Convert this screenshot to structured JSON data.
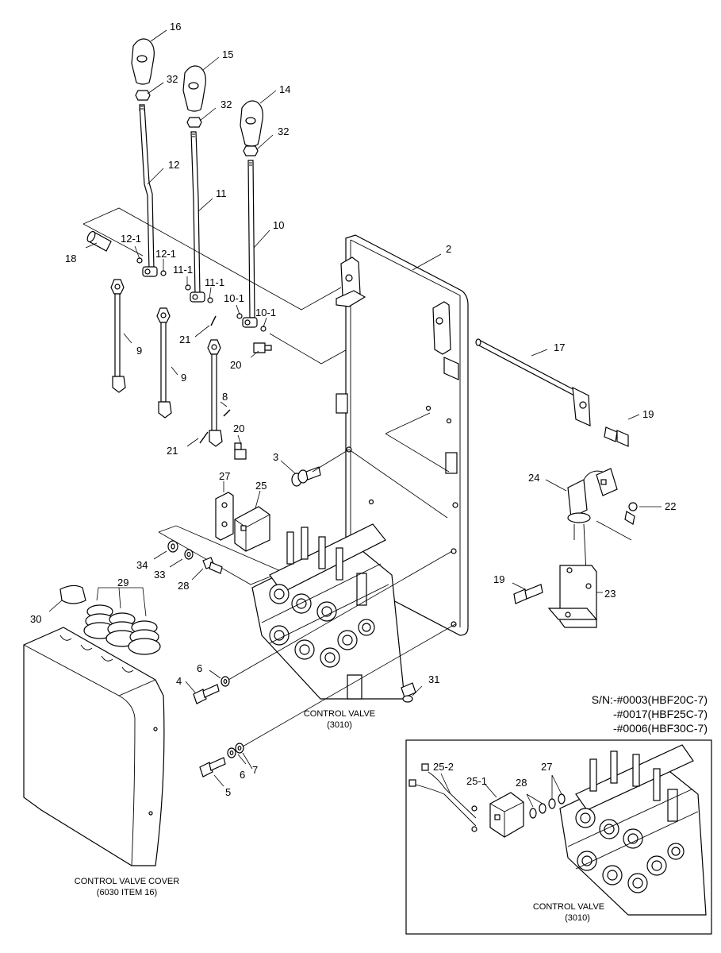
{
  "callouts": {
    "c16": "16",
    "c15": "15",
    "c14": "14",
    "c32a": "32",
    "c32b": "32",
    "c32c": "32",
    "c12": "12",
    "c11": "11",
    "c10": "10",
    "c12_1a": "12-1",
    "c12_1b": "12-1",
    "c11_1a": "11-1",
    "c11_1b": "11-1",
    "c10_1a": "10-1",
    "c10_1b": "10-1",
    "c18": "18",
    "c2": "2",
    "c17": "17",
    "c9a": "9",
    "c9b": "9",
    "c21a": "21",
    "c21b": "21",
    "c20a": "20",
    "c20b": "20",
    "c8": "8",
    "c19a": "19",
    "c19b": "19",
    "c3": "3",
    "c27": "27",
    "c25": "25",
    "c24": "24",
    "c22": "22",
    "c23": "23",
    "c34": "34",
    "c33": "33",
    "c28": "28",
    "c29": "29",
    "c30": "30",
    "c6a": "6",
    "c6b": "6",
    "c4": "4",
    "c31": "31",
    "c7": "7",
    "c5": "5",
    "inset_c25_2": "25-2",
    "inset_c25_1": "25-1",
    "inset_c28": "28",
    "inset_c27": "27"
  },
  "labels": {
    "control_valve": "CONTROL VALVE",
    "control_valve_no": "(3010)",
    "cover": "CONTROL VALVE COVER",
    "cover_ref": "(6030 ITEM 16)",
    "inset_control_valve": "CONTROL VALVE",
    "inset_control_valve_no": "(3010)"
  },
  "serial_note": {
    "line1": "S/N:-#0003(HBF20C-7)",
    "line2": "-#0017(HBF25C-7)",
    "line3": "-#0006(HBF30C-7)"
  }
}
